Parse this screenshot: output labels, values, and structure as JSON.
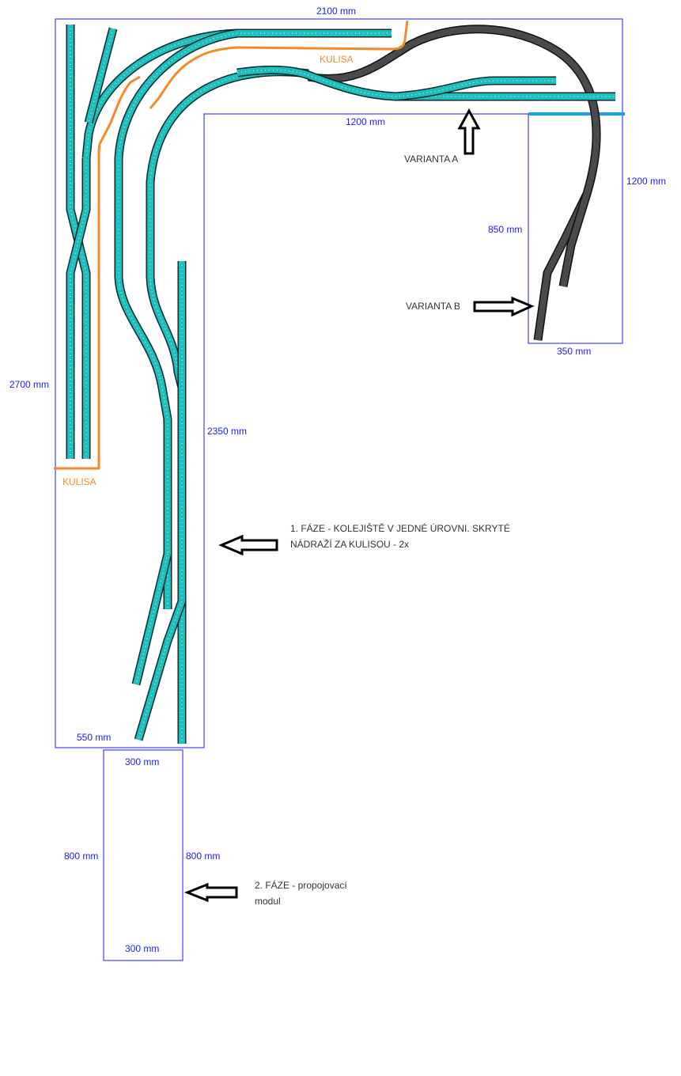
{
  "dimensions": {
    "top_width": "2100 mm",
    "inner_top": "1200 mm",
    "right_outer": "1200 mm",
    "right_inner": "850 mm",
    "right_bottom": "350 mm",
    "left_height": "2700 mm",
    "inner_left": "2350 mm",
    "bottom_width": "550 mm",
    "module_top": "300 mm",
    "module_bottom": "300 mm",
    "module_left": "800 mm",
    "module_right": "800 mm"
  },
  "labels": {
    "kulisa_top": "KULISA",
    "kulisa_left": "KULISA",
    "variant_a": "VARIANTA A",
    "variant_b": "VARIANTA B",
    "phase1_line1": "1. FÁZE - KOLEJIŠTĚ V JEDNÉ ÚROVNI. SKRYTÉ",
    "phase1_line2": "NÁDRAŽÍ ZA KULISOU   - 2x",
    "phase2_line1": "2. FÁZE - propojovací",
    "phase2_line2": "modul"
  },
  "colors": {
    "track": "#20bdbd",
    "track_variant": "#4a4a4a",
    "backdrop": "#f58a2a",
    "dimension": "#1a1aff"
  }
}
